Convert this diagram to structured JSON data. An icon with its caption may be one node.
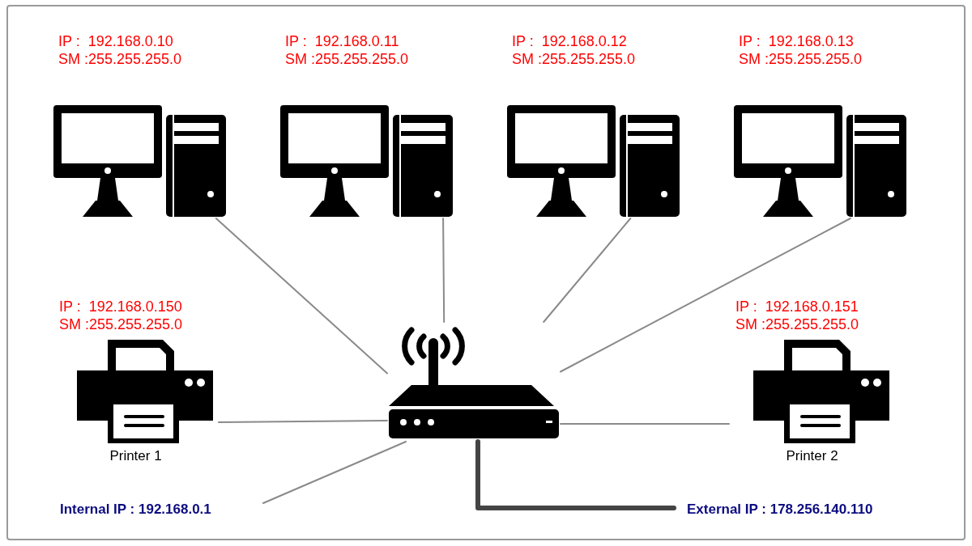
{
  "diagram": {
    "nodes": [
      {
        "text": [
          "IP :  192.168.0.10",
          "SM :255.255.255.0"
        ]
      },
      {
        "text": [
          "IP :  192.168.0.11",
          "SM :255.255.255.0"
        ]
      },
      {
        "text": [
          "IP :  192.168.0.12",
          "SM :255.255.255.0"
        ]
      },
      {
        "text": [
          "IP :  192.168.0.13",
          "SM :255.255.255.0"
        ]
      },
      {
        "text": [
          "IP :  192.168.0.150",
          "SM :255.255.255.0"
        ],
        "beside": [
          "Printer 1"
        ]
      },
      {
        "text": [
          "IP :  192.168.0.151",
          "SM :255.255.255.0"
        ],
        "beside": [
          "Printer 2"
        ]
      },
      {
        "text": [],
        "shape": "picture"
      },
      {
        "text": [
          "Internal IP : 192.168.0.1"
        ]
      },
      {
        "text": [
          "External IP : 178.256.140.110"
        ]
      }
    ],
    "edges": [
      {
        "from": 0,
        "to": 6,
        "arrow": "none"
      },
      {
        "from": 1,
        "to": 6,
        "arrow": "none"
      },
      {
        "from": 2,
        "to": 6,
        "arrow": "none"
      },
      {
        "from": 3,
        "to": 6,
        "arrow": "none"
      },
      {
        "from": 4,
        "to": 6,
        "arrow": "none"
      },
      {
        "from": 5,
        "to": 6,
        "arrow": "none"
      },
      {
        "from": 7,
        "to": 6,
        "arrow": "none"
      },
      {
        "from": 6,
        "to": 8,
        "arrow": "none",
        "style": "thick",
        "color": "#444444"
      }
    ]
  }
}
